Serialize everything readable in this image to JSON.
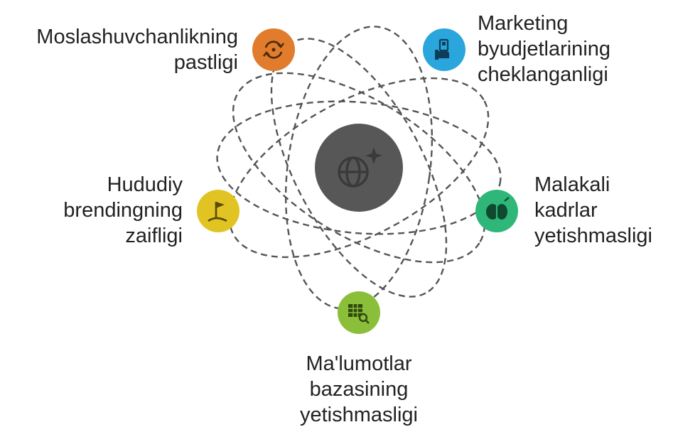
{
  "colors": {
    "center": "#575757",
    "orbit": "#555555",
    "flexibility": "#e07c2c",
    "marketing": "#2aa6dd",
    "qualified_staff": "#2eb779",
    "database": "#8bbf3a",
    "branding": "#e1c423"
  },
  "center": {
    "icon": "globe-sparkle-icon"
  },
  "nodes": {
    "flexibility": {
      "icon": "refresh-arrows-icon",
      "lines": [
        "Moslashuvchanlikning",
        "pastligi"
      ]
    },
    "marketing": {
      "icon": "money-hand-icon",
      "lines": [
        "Marketing",
        "byudjetlarining",
        "cheklanganligi"
      ]
    },
    "qualified_staff": {
      "icon": "brain-icon",
      "lines": [
        "Malakali",
        "kadrlar",
        "yetishmasligi"
      ]
    },
    "database": {
      "icon": "table-search-icon",
      "lines": [
        "Ma'lumotlar",
        "bazasining",
        "yetishmasligi"
      ]
    },
    "branding": {
      "icon": "flag-icon",
      "lines": [
        "Hududiy",
        "brendingning",
        "zaifligi"
      ]
    }
  }
}
